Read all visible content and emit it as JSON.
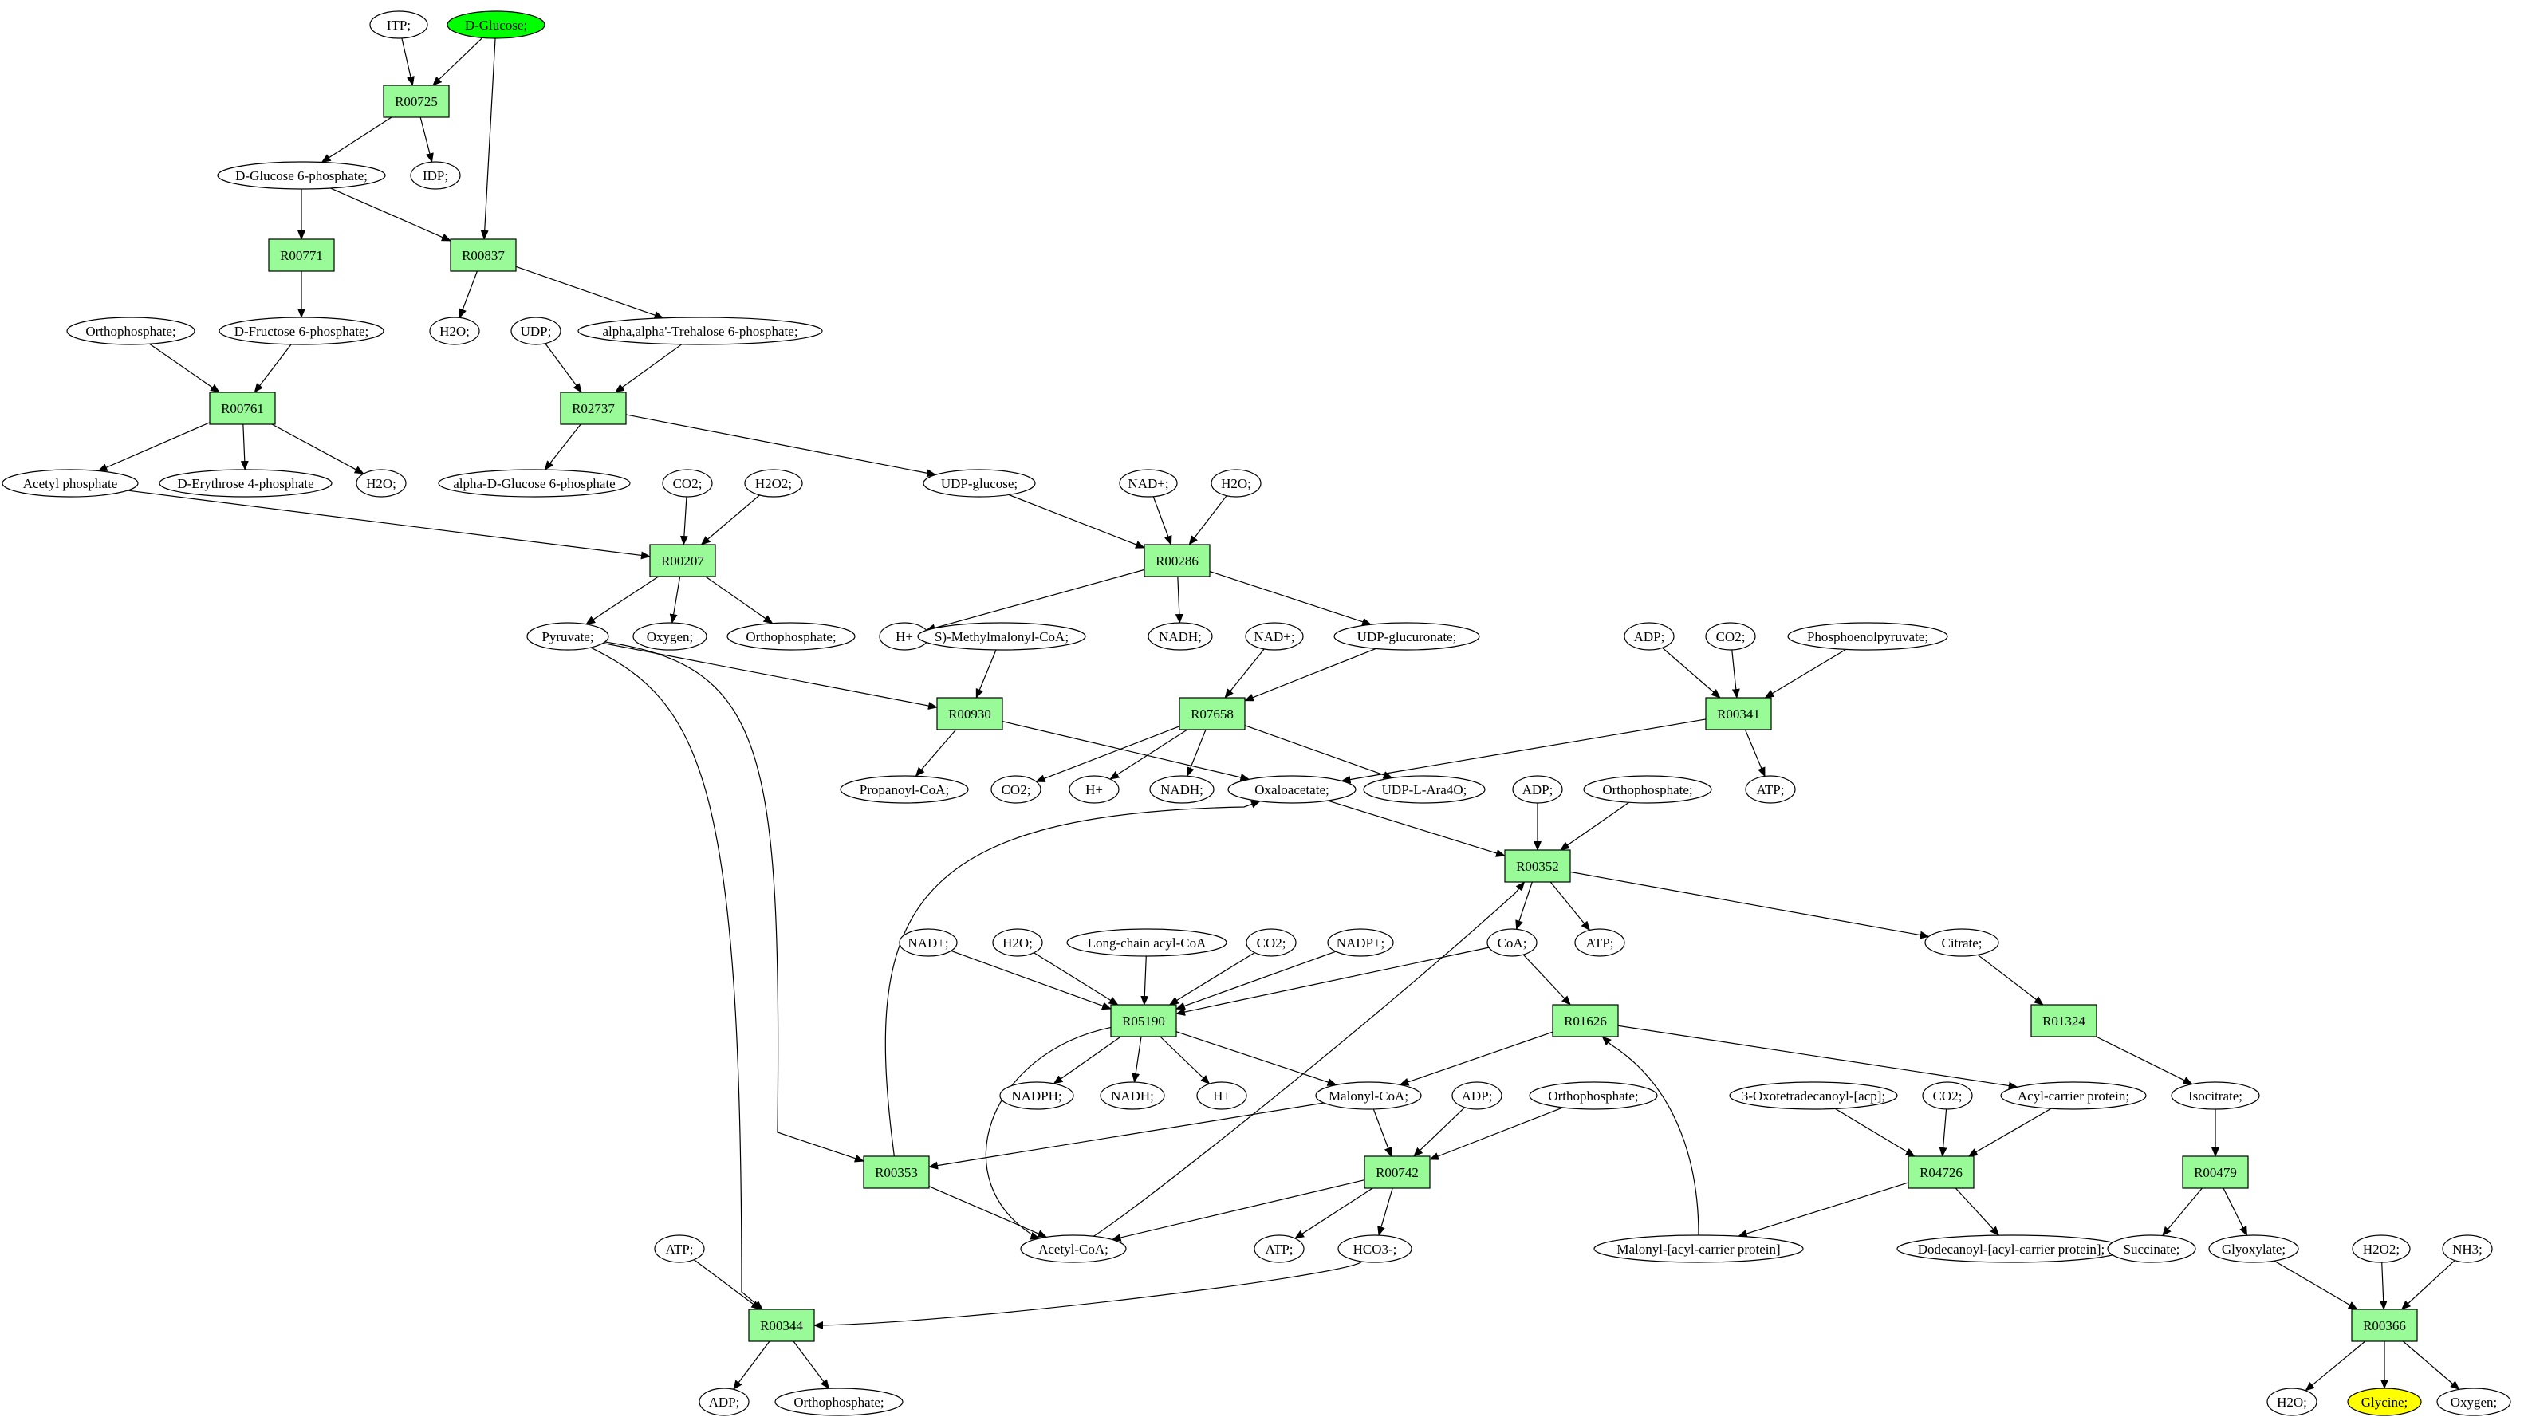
{
  "colors": {
    "reaction_fill": "#98fb98",
    "start_fill": "#00ff00",
    "target_fill": "#ffff00",
    "compound_fill": "#ffffff",
    "stroke": "#000000"
  },
  "compounds": [
    {
      "id": "itp",
      "label": "ITP;"
    },
    {
      "id": "dglucose",
      "label": "D-Glucose;",
      "role": "start"
    },
    {
      "id": "g6p",
      "label": "D-Glucose 6-phosphate;"
    },
    {
      "id": "idp",
      "label": "IDP;"
    },
    {
      "id": "f6p",
      "label": "D-Fructose 6-phosphate;"
    },
    {
      "id": "ortho1",
      "label": "Orthophosphate;"
    },
    {
      "id": "h2o1",
      "label": "H2O;"
    },
    {
      "id": "udp",
      "label": "UDP;"
    },
    {
      "id": "trehalose6p",
      "label": "alpha,alpha'-Trehalose 6-phosphate;"
    },
    {
      "id": "acetylp",
      "label": "Acetyl phosphate"
    },
    {
      "id": "e4p",
      "label": "D-Erythrose 4-phosphate"
    },
    {
      "id": "h2o2",
      "label": "H2O;"
    },
    {
      "id": "adg6p",
      "label": "alpha-D-Glucose 6-phosphate"
    },
    {
      "id": "co2a",
      "label": "CO2;"
    },
    {
      "id": "h2o2a",
      "label": "H2O2;"
    },
    {
      "id": "udpglc",
      "label": "UDP-glucose;"
    },
    {
      "id": "nad1",
      "label": "NAD+;"
    },
    {
      "id": "h2o3",
      "label": "H2O;"
    },
    {
      "id": "pyruvate",
      "label": "Pyruvate;"
    },
    {
      "id": "oxygen1",
      "label": "Oxygen;"
    },
    {
      "id": "ortho2",
      "label": "Orthophosphate;"
    },
    {
      "id": "hplus1",
      "label": "H+"
    },
    {
      "id": "smmcoa",
      "label": "S)-Methylmalonyl-CoA;"
    },
    {
      "id": "nadh1",
      "label": "NADH;"
    },
    {
      "id": "nad2",
      "label": "NAD+;"
    },
    {
      "id": "udpglcur",
      "label": "UDP-glucuronate;"
    },
    {
      "id": "adp1",
      "label": "ADP;"
    },
    {
      "id": "co2b",
      "label": "CO2;"
    },
    {
      "id": "pep",
      "label": "Phosphoenolpyruvate;"
    },
    {
      "id": "propcoa",
      "label": "Propanoyl-CoA;"
    },
    {
      "id": "co2c",
      "label": "CO2;"
    },
    {
      "id": "hplus2",
      "label": "H+"
    },
    {
      "id": "nadh2",
      "label": "NADH;"
    },
    {
      "id": "oxaloacetate",
      "label": "Oxaloacetate;"
    },
    {
      "id": "udpara",
      "label": "UDP-L-Ara4O;"
    },
    {
      "id": "atp1",
      "label": "ATP;"
    },
    {
      "id": "adp2",
      "label": "ADP;"
    },
    {
      "id": "ortho3",
      "label": "Orthophosphate;"
    },
    {
      "id": "nad3",
      "label": "NAD+;"
    },
    {
      "id": "h2o4",
      "label": "H2O;"
    },
    {
      "id": "lcacylcoa",
      "label": "Long-chain acyl-CoA"
    },
    {
      "id": "co2d",
      "label": "CO2;"
    },
    {
      "id": "nadp",
      "label": "NADP+;"
    },
    {
      "id": "coa",
      "label": "CoA;"
    },
    {
      "id": "atp2",
      "label": "ATP;"
    },
    {
      "id": "citrate",
      "label": "Citrate;"
    },
    {
      "id": "nadph",
      "label": "NADPH;"
    },
    {
      "id": "nadh3",
      "label": "NADH;"
    },
    {
      "id": "hplus3",
      "label": "H+"
    },
    {
      "id": "malonylcoa",
      "label": "Malonyl-CoA;"
    },
    {
      "id": "adp3",
      "label": "ADP;"
    },
    {
      "id": "ortho4",
      "label": "Orthophosphate;"
    },
    {
      "id": "oxotetra",
      "label": "3-Oxotetradecanoyl-[acp];"
    },
    {
      "id": "co2e",
      "label": "CO2;"
    },
    {
      "id": "acp",
      "label": "Acyl-carrier protein;"
    },
    {
      "id": "isocitrate",
      "label": "Isocitrate;"
    },
    {
      "id": "atp3",
      "label": "ATP;"
    },
    {
      "id": "acetylcoa",
      "label": "Acetyl-CoA;"
    },
    {
      "id": "atp4",
      "label": "ATP;"
    },
    {
      "id": "hco3",
      "label": "HCO3-;"
    },
    {
      "id": "malonylacp",
      "label": "Malonyl-[acyl-carrier protein]"
    },
    {
      "id": "dodecacp",
      "label": "Dodecanoyl-[acyl-carrier protein];"
    },
    {
      "id": "succinate",
      "label": "Succinate;"
    },
    {
      "id": "glyoxylate",
      "label": "Glyoxylate;"
    },
    {
      "id": "h2o2b",
      "label": "H2O2;"
    },
    {
      "id": "nh3",
      "label": "NH3;"
    },
    {
      "id": "adp4",
      "label": "ADP;"
    },
    {
      "id": "ortho5",
      "label": "Orthophosphate;"
    },
    {
      "id": "h2o5",
      "label": "H2O;"
    },
    {
      "id": "glycine",
      "label": "Glycine;",
      "role": "target"
    },
    {
      "id": "oxygen2",
      "label": "Oxygen;"
    }
  ],
  "reactions": [
    {
      "id": "R00725",
      "label": "R00725"
    },
    {
      "id": "R00771",
      "label": "R00771"
    },
    {
      "id": "R00837",
      "label": "R00837"
    },
    {
      "id": "R00761",
      "label": "R00761"
    },
    {
      "id": "R02737",
      "label": "R02737"
    },
    {
      "id": "R00207",
      "label": "R00207"
    },
    {
      "id": "R00286",
      "label": "R00286"
    },
    {
      "id": "R00930",
      "label": "R00930"
    },
    {
      "id": "R07658",
      "label": "R07658"
    },
    {
      "id": "R00341",
      "label": "R00341"
    },
    {
      "id": "R00352",
      "label": "R00352"
    },
    {
      "id": "R05190",
      "label": "R05190"
    },
    {
      "id": "R01626",
      "label": "R01626"
    },
    {
      "id": "R01324",
      "label": "R01324"
    },
    {
      "id": "R00353",
      "label": "R00353"
    },
    {
      "id": "R00742",
      "label": "R00742"
    },
    {
      "id": "R04726",
      "label": "R04726"
    },
    {
      "id": "R00479",
      "label": "R00479"
    },
    {
      "id": "R00344",
      "label": "R00344"
    },
    {
      "id": "R00366",
      "label": "R00366"
    }
  ],
  "edges": [
    [
      "itp",
      "R00725"
    ],
    [
      "dglucose",
      "R00725"
    ],
    [
      "dglucose",
      "R00837"
    ],
    [
      "R00725",
      "g6p"
    ],
    [
      "R00725",
      "idp"
    ],
    [
      "g6p",
      "R00771"
    ],
    [
      "g6p",
      "R00837"
    ],
    [
      "R00771",
      "f6p"
    ],
    [
      "R00837",
      "h2o1"
    ],
    [
      "R00837",
      "trehalose6p"
    ],
    [
      "ortho1",
      "R00761"
    ],
    [
      "f6p",
      "R00761"
    ],
    [
      "R00761",
      "acetylp"
    ],
    [
      "R00761",
      "e4p"
    ],
    [
      "R00761",
      "h2o2"
    ],
    [
      "udp",
      "R02737"
    ],
    [
      "trehalose6p",
      "R02737"
    ],
    [
      "R02737",
      "adg6p"
    ],
    [
      "R02737",
      "udpglc"
    ],
    [
      "acetylp",
      "R00207"
    ],
    [
      "co2a",
      "R00207"
    ],
    [
      "h2o2a",
      "R00207"
    ],
    [
      "R00207",
      "pyruvate"
    ],
    [
      "R00207",
      "oxygen1"
    ],
    [
      "R00207",
      "ortho2"
    ],
    [
      "udpglc",
      "R00286"
    ],
    [
      "nad1",
      "R00286"
    ],
    [
      "h2o3",
      "R00286"
    ],
    [
      "R00286",
      "hplus1"
    ],
    [
      "R00286",
      "nadh1"
    ],
    [
      "R00286",
      "udpglcur"
    ],
    [
      "pyruvate",
      "R00930"
    ],
    [
      "smmcoa",
      "R00930"
    ],
    [
      "R00930",
      "propcoa"
    ],
    [
      "R00930",
      "oxaloacetate"
    ],
    [
      "nad2",
      "R07658"
    ],
    [
      "udpglcur",
      "R07658"
    ],
    [
      "R07658",
      "co2c"
    ],
    [
      "R07658",
      "hplus2"
    ],
    [
      "R07658",
      "nadh2"
    ],
    [
      "R07658",
      "udpara"
    ],
    [
      "adp1",
      "R00341"
    ],
    [
      "co2b",
      "R00341"
    ],
    [
      "pep",
      "R00341"
    ],
    [
      "R00341",
      "oxaloacetate"
    ],
    [
      "R00341",
      "atp1"
    ],
    [
      "oxaloacetate",
      "R00352"
    ],
    [
      "adp2",
      "R00352"
    ],
    [
      "ortho3",
      "R00352"
    ],
    [
      "acetylcoa",
      "R00352"
    ],
    [
      "R00352",
      "coa"
    ],
    [
      "R00352",
      "atp2"
    ],
    [
      "R00352",
      "citrate"
    ],
    [
      "nad3",
      "R05190"
    ],
    [
      "h2o4",
      "R05190"
    ],
    [
      "lcacylcoa",
      "R05190"
    ],
    [
      "co2d",
      "R05190"
    ],
    [
      "nadp",
      "R05190"
    ],
    [
      "coa",
      "R05190"
    ],
    [
      "R05190",
      "nadph"
    ],
    [
      "R05190",
      "nadh3"
    ],
    [
      "R05190",
      "hplus3"
    ],
    [
      "R05190",
      "malonylcoa"
    ],
    [
      "R05190",
      "acetylcoa"
    ],
    [
      "coa",
      "R01626"
    ],
    [
      "malonylacp",
      "R01626"
    ],
    [
      "R01626",
      "malonylcoa"
    ],
    [
      "R01626",
      "acp"
    ],
    [
      "citrate",
      "R01324"
    ],
    [
      "R01324",
      "isocitrate"
    ],
    [
      "pyruvate",
      "R00353"
    ],
    [
      "malonylcoa",
      "R00353"
    ],
    [
      "R00353",
      "oxaloacetate"
    ],
    [
      "R00353",
      "acetylcoa"
    ],
    [
      "malonylcoa",
      "R00742"
    ],
    [
      "adp3",
      "R00742"
    ],
    [
      "ortho4",
      "R00742"
    ],
    [
      "R00742",
      "acetylcoa"
    ],
    [
      "R00742",
      "atp4"
    ],
    [
      "R00742",
      "hco3"
    ],
    [
      "oxotetra",
      "R04726"
    ],
    [
      "co2e",
      "R04726"
    ],
    [
      "acp",
      "R04726"
    ],
    [
      "R04726",
      "malonylacp"
    ],
    [
      "R04726",
      "dodecacp"
    ],
    [
      "isocitrate",
      "R00479"
    ],
    [
      "R00479",
      "succinate"
    ],
    [
      "R00479",
      "glyoxylate"
    ],
    [
      "pyruvate",
      "R00344"
    ],
    [
      "atp3",
      "R00344"
    ],
    [
      "hco3",
      "R00344"
    ],
    [
      "R00344",
      "adp4"
    ],
    [
      "R00344",
      "ortho5"
    ],
    [
      "glyoxylate",
      "R00366"
    ],
    [
      "h2o2b",
      "R00366"
    ],
    [
      "nh3",
      "R00366"
    ],
    [
      "R00366",
      "h2o5"
    ],
    [
      "R00366",
      "glycine"
    ],
    [
      "R00366",
      "oxygen2"
    ]
  ]
}
